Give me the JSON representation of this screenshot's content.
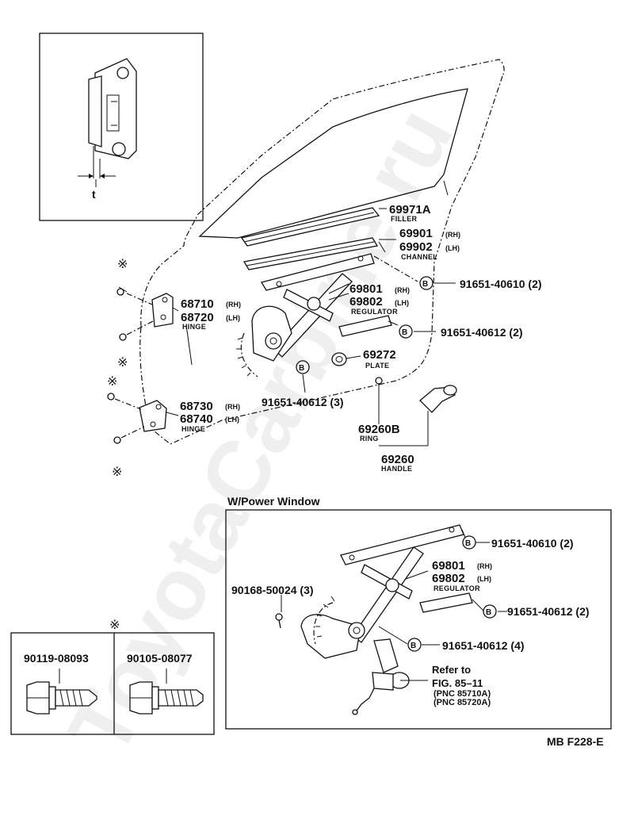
{
  "header": {
    "drawing_code": "MB F228-E"
  },
  "inset": {
    "dimension_label": "t"
  },
  "parts": {
    "filler": {
      "pn": "69971A",
      "name": "FILLER"
    },
    "channel": {
      "pn_rh": "69901",
      "rh": "(RH)",
      "pn_lh": "69902",
      "lh": "(LH)",
      "name": "CHANNEL"
    },
    "regulator": {
      "pn_rh": "69801",
      "rh": "(RH)",
      "pn_lh": "69802",
      "lh": "(LH)",
      "name": "REGULATOR"
    },
    "plate": {
      "pn": "69272",
      "name": "PLATE"
    },
    "ring": {
      "pn": "69260B",
      "name": "RING"
    },
    "handle": {
      "pn": "69260",
      "name": "HANDLE"
    },
    "hinge_upper": {
      "pn_rh": "68710",
      "rh": "(RH)",
      "pn_lh": "68720",
      "lh": "(LH)",
      "name": "HINGE"
    },
    "hinge_lower": {
      "pn_rh": "68730",
      "rh": "(RH)",
      "pn_lh": "68740",
      "lh": "(LH)",
      "name": "HINGE"
    },
    "bolt_1": {
      "code": "B",
      "text": "91651-40610 (2)"
    },
    "bolt_2": {
      "code": "B",
      "text": "91651-40612 (2)"
    },
    "bolt_3": {
      "code": "B",
      "text": "91651-40612 (3)"
    }
  },
  "power_window": {
    "title": "W/Power Window",
    "screw": "90168-50024 (3)",
    "bolt_1": {
      "code": "B",
      "text": "91651-40610 (2)"
    },
    "regulator": {
      "pn_rh": "69801",
      "rh": "(RH)",
      "pn_lh": "69802",
      "lh": "(LH)",
      "name": "REGULATOR"
    },
    "bolt_2": {
      "code": "B",
      "text": "91651-40612 (2)"
    },
    "bolt_3": {
      "code": "B",
      "text": "91651-40612 (4)"
    },
    "refer": {
      "line1": "Refer to",
      "line2": "FIG. 85–11",
      "pnc1": "(PNC 85710A)",
      "pnc2": "(PNC 85720A)"
    }
  },
  "bolts_legend": {
    "symbol": "※",
    "left": "90119-08093",
    "right": "90105-08077"
  },
  "watermark": "ToyotaCarbine.ru"
}
